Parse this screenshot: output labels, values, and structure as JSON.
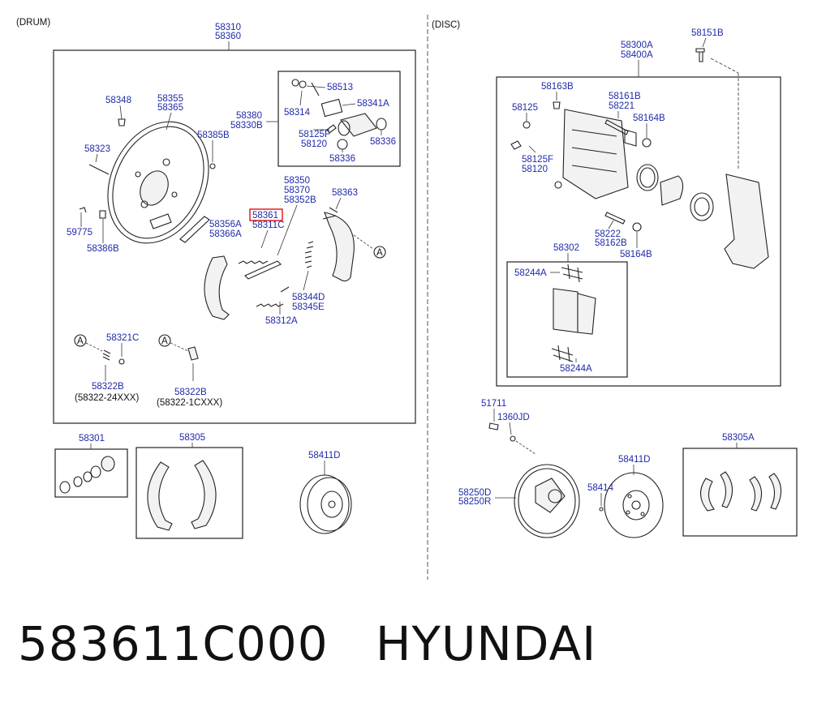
{
  "sections": {
    "drum": "(DRUM)",
    "disc": "(DISC)"
  },
  "drum_labels": {
    "assy_a": "58310",
    "assy_b": "58360",
    "p58348": "58348",
    "p58355": "58355",
    "p58365": "58365",
    "p58380": "58380",
    "p58330b": "58330B",
    "p58513": "58513",
    "p58314": "58314",
    "p58341a": "58341A",
    "p58125f": "58125F",
    "p58120": "58120",
    "p58336a": "58336",
    "p58336b": "58336",
    "p58385b": "58385B",
    "p58323": "58323",
    "p58350": "58350",
    "p58370": "58370",
    "p58352b": "58352B",
    "p58363": "58363",
    "p58361": "58361",
    "p58311c": "58311C",
    "p58356a": "58356A",
    "p58366a": "58366A",
    "p59775": "59775",
    "p58386b": "58386B",
    "p58344d": "58344D",
    "p58345e": "58345E",
    "p58312a": "58312A",
    "ref_a1": "A",
    "ref_a2": "A",
    "ref_a3": "A",
    "p58321c": "58321C",
    "p58322b_1": "58322B",
    "p58322b_1_note": "(58322-24XXX)",
    "p58322b_2": "58322B",
    "p58322b_2_note": "(58322-1CXXX)",
    "p58301": "58301",
    "p58305": "58305",
    "p58411d": "58411D"
  },
  "disc_labels": {
    "assy_a": "58300A",
    "assy_b": "58400A",
    "p58151b": "58151B",
    "p58163b": "58163B",
    "p58161b": "58161B",
    "p58221": "58221",
    "p58125": "58125",
    "p58164b_a": "58164B",
    "p58125f": "58125F",
    "p58120": "58120",
    "p58222": "58222",
    "p58162b": "58162B",
    "p58164b_b": "58164B",
    "p58302": "58302",
    "p58244a_a": "58244A",
    "p58244a_b": "58244A",
    "p51711": "51711",
    "p1360jd": "1360JD",
    "p58250d": "58250D",
    "p58250r": "58250R",
    "p58414": "58414",
    "p58411d": "58411D",
    "p58305a": "58305A"
  },
  "highlight_color": "#e01010",
  "label_color": "#1f2aa8",
  "part_title": "583611C000   HYUNDAI"
}
